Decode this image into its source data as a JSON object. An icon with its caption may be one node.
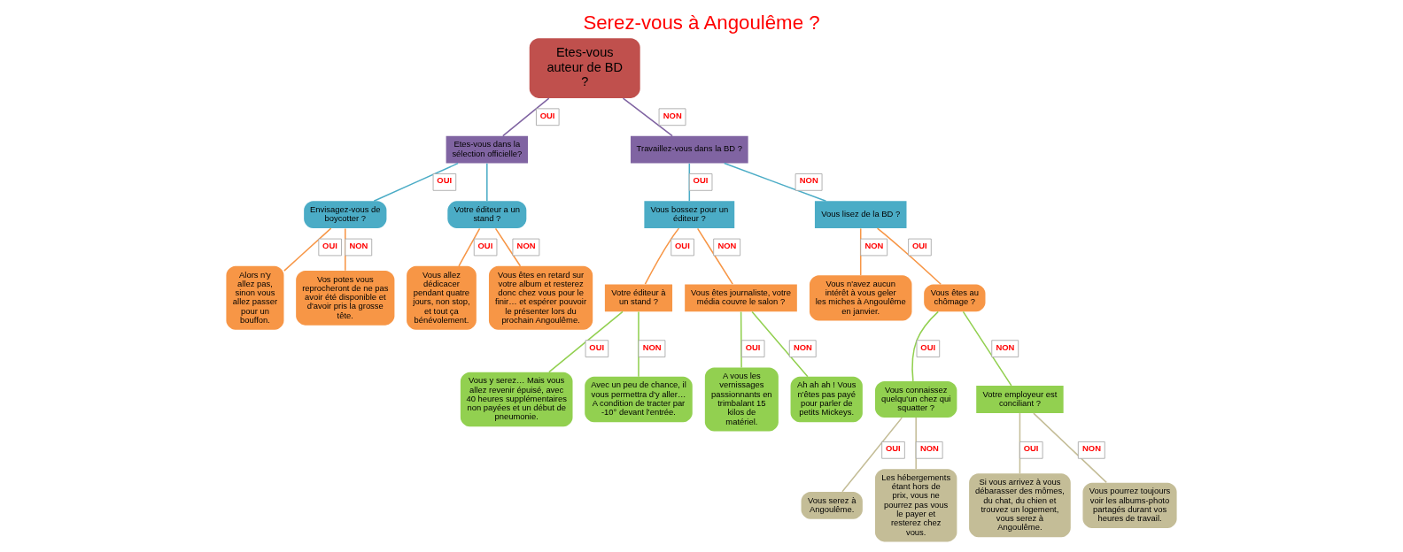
{
  "diagram": {
    "title": "Serez-vous à Angoulême ?",
    "nodes": [
      {
        "text": [
          "Etes-vous auteur de BD ?"
        ]
      },
      {
        "text": [
          "Etes-vous dans la sélection officielle?"
        ]
      },
      {
        "text": [
          "Travaillez-vous dans la BD ?"
        ]
      },
      {
        "text": [
          "Envisagez-vous de boycotter ?"
        ]
      },
      {
        "text": [
          "Votre éditeur a un stand ?"
        ]
      },
      {
        "text": [
          "Vous bossez pour un éditeur ?"
        ]
      },
      {
        "text": [
          "Vous lisez de la BD ?"
        ]
      },
      {
        "text": [
          "Alors n'y allez pas, sinon vous allez passer pour un bouffon."
        ]
      },
      {
        "text": [
          "Vos potes vous reprocheront de ne pas avoir été disponible et d'avoir pris la grosse tête."
        ]
      },
      {
        "text": [
          "Vous allez dédicacer pendant quatre jours, non stop, et tout ça bénévolement."
        ]
      },
      {
        "text": [
          "Vous êtes en retard sur votre album et resterez donc chez vous pour le finir… et espérer pouvoir le présenter lors du prochain Angoulême."
        ]
      },
      {
        "text": [
          "Votre éditeur à un stand ?"
        ]
      },
      {
        "text": [
          "Vous êtes journaliste, votre média couvre le salon ?"
        ]
      },
      {
        "text": [
          "Vous n'avez aucun intérêt à vous geler les miches à Angoulême en janvier."
        ]
      },
      {
        "text": [
          "Vous êtes au chômage ?"
        ]
      },
      {
        "text": [
          "Vous y serez… Mais vous allez revenir épuisé, avec 40 heures supplémentaires non payées et un début de pneumonie."
        ]
      },
      {
        "text": [
          "Avec un peu de chance, il vous permettra d'y aller…",
          "A condition de tracter par -10° devant l'entrée."
        ]
      },
      {
        "text": [
          "A vous les vernissages passionnants en trimbalant 15 kilos de matériel."
        ]
      },
      {
        "text": [
          "Ah ah ah ! Vous n'êtes pas payé pour parler de petits Mickeys."
        ]
      },
      {
        "text": [
          "Vous connaissez quelqu'un chez qui squatter ?"
        ]
      },
      {
        "text": [
          "Votre employeur est conciliant ?"
        ]
      },
      {
        "text": [
          "Vous serez à Angoulême."
        ]
      },
      {
        "text": [
          "Les hébergements étant hors de prix, vous ne pourrez pas vous le payer et resterez chez vous."
        ]
      },
      {
        "text": [
          "Si vous arrivez à vous débarasser des mômes, du chat, du chien et trouvez un logement, vous serez à Angoulême."
        ]
      },
      {
        "text": [
          "Vous pourrez toujours voir les albums-photo partagés durant vos heures de travail."
        ]
      }
    ],
    "edges": [
      {
        "from": 0,
        "to": 1,
        "arrow": "none",
        "label": "OUI",
        "color": "#8064a2"
      },
      {
        "from": 0,
        "to": 2,
        "arrow": "none",
        "label": "NON",
        "color": "#8064a2"
      },
      {
        "from": 1,
        "to": 3,
        "arrow": "none",
        "label": "OUI",
        "color": "#4bacc6"
      },
      {
        "from": 1,
        "to": 4,
        "arrow": "none",
        "color": "#4bacc6"
      },
      {
        "from": 2,
        "to": 5,
        "arrow": "none",
        "label": "OUI",
        "color": "#4bacc6"
      },
      {
        "from": 2,
        "to": 6,
        "arrow": "none",
        "label": "NON",
        "color": "#4bacc6"
      },
      {
        "from": 3,
        "to": 7,
        "arrow": "none",
        "label": "OUI"
      },
      {
        "from": 3,
        "to": 8,
        "arrow": "none",
        "label": "NON"
      },
      {
        "from": 4,
        "to": 9,
        "arrow": "none",
        "label": "OUI"
      },
      {
        "from": 4,
        "to": 10,
        "arrow": "none",
        "label": "NON"
      },
      {
        "from": 5,
        "to": 11,
        "arrow": "none",
        "label": "OUI"
      },
      {
        "from": 5,
        "to": 12,
        "arrow": "none",
        "label": "NON"
      },
      {
        "from": 6,
        "to": 13,
        "arrow": "none",
        "label": "NON"
      },
      {
        "from": 6,
        "to": 14,
        "arrow": "none",
        "label": "OUI"
      },
      {
        "from": 11,
        "to": 15,
        "arrow": "none",
        "label": "OUI",
        "color": "#92d050"
      },
      {
        "from": 11,
        "to": 16,
        "arrow": "none",
        "label": "NON",
        "color": "#92d050"
      },
      {
        "from": 12,
        "to": 17,
        "arrow": "none",
        "label": "OUI",
        "color": "#92d050"
      },
      {
        "from": 12,
        "to": 18,
        "arrow": "none",
        "label": "NON",
        "color": "#92d050"
      },
      {
        "from": 14,
        "to": 19,
        "arrow": "none",
        "label": "OUI",
        "color": "#92d050"
      },
      {
        "from": 14,
        "to": 20,
        "arrow": "none",
        "label": "NON",
        "color": "#92d050"
      },
      {
        "from": 19,
        "to": 21,
        "arrow": "none",
        "label": "OUI",
        "color": "#c4bd97"
      },
      {
        "from": 19,
        "to": 22,
        "arrow": "none",
        "label": "NON",
        "color": "#c4bd97"
      },
      {
        "from": 20,
        "to": 23,
        "arrow": "none",
        "label": "OUI",
        "color": "#c4bd97"
      },
      {
        "from": 20,
        "to": 24,
        "arrow": "none",
        "label": "NON",
        "color": "#c4bd97"
      }
    ]
  }
}
